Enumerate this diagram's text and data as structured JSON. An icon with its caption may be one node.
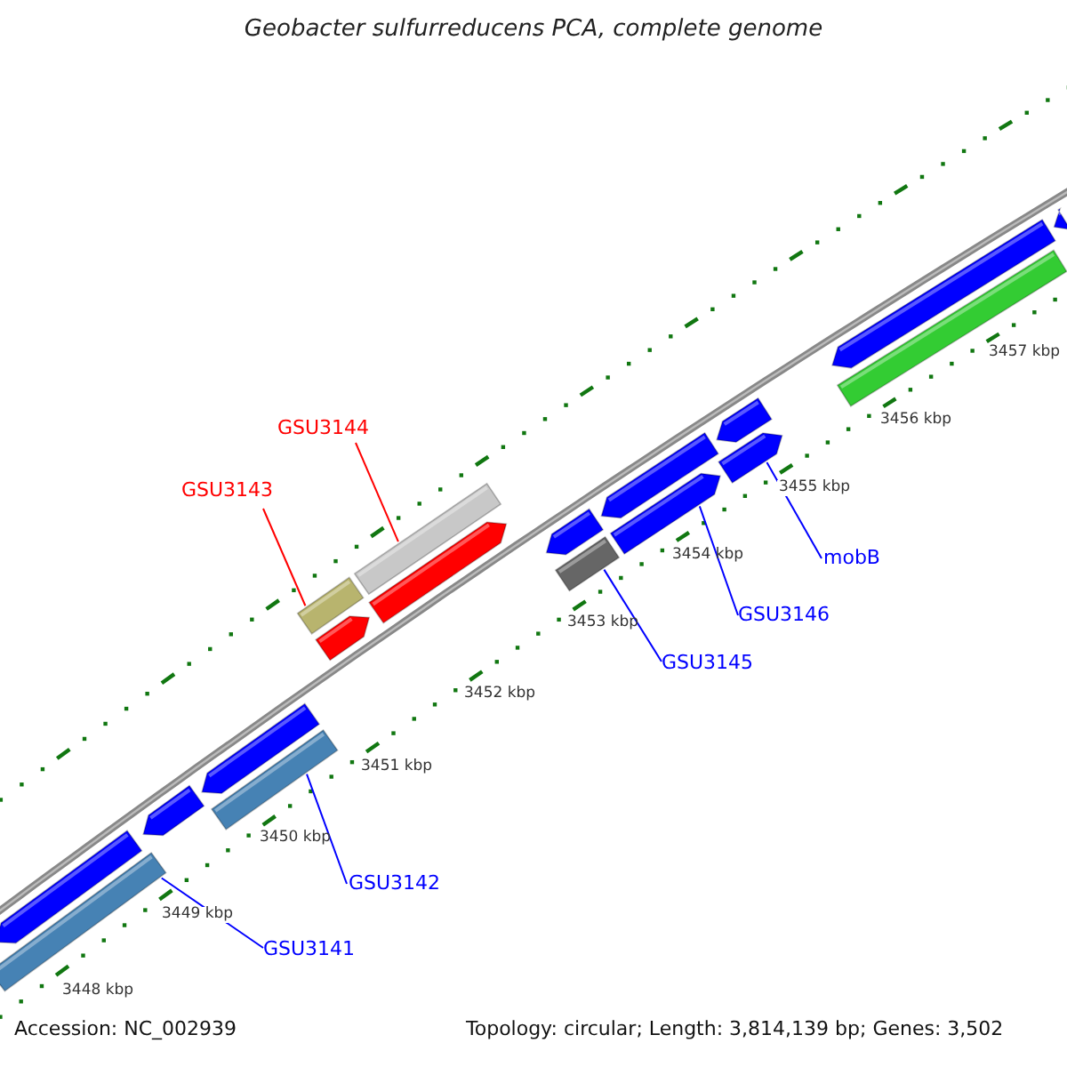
{
  "diagram": {
    "title": "Geobacter sulfurreducens PCA, complete genome",
    "nodes": [
      {
        "text": [
          "GSU3143"
        ]
      },
      {
        "text": [],
        "shape": "bar"
      },
      {
        "text": [
          "GSU3144"
        ]
      },
      {
        "text": [],
        "shape": "bar"
      },
      {
        "text": [
          "GSU3145"
        ]
      },
      {
        "text": [],
        "shape": "bar"
      },
      {
        "text": [
          "GSU3146"
        ]
      },
      {
        "text": [],
        "shape": "bar"
      },
      {
        "text": [
          "mobB"
        ]
      },
      {
        "text": [],
        "shape": "bar"
      },
      {
        "text": [
          "GSU3142"
        ]
      },
      {
        "text": [],
        "shape": "bar"
      },
      {
        "text": [
          "GSU3141"
        ]
      },
      {
        "text": [],
        "shape": "bar"
      },
      {
        "text": [],
        "shape": "bar"
      },
      {
        "text": [],
        "shape": "bar"
      },
      {
        "text": [],
        "shape": "bar"
      },
      {
        "text": [],
        "shape": "bar"
      },
      {
        "text": [],
        "shape": "bar"
      },
      {
        "text": [],
        "shape": "bar"
      },
      {
        "text": [],
        "shape": "bar"
      },
      {
        "text": [],
        "shape": "bar"
      },
      {
        "text": [],
        "shape": "bar"
      },
      {
        "text": [],
        "shape": "bar"
      },
      {
        "text": [],
        "shape": "bar"
      }
    ],
    "edges": [
      {
        "from": 0,
        "to": 1,
        "arrow": "none",
        "color": "#ff0000"
      },
      {
        "from": 2,
        "to": 3,
        "arrow": "none",
        "color": "#ff0000"
      },
      {
        "from": 4,
        "to": 5,
        "arrow": "none"
      },
      {
        "from": 6,
        "to": 7,
        "arrow": "none"
      },
      {
        "from": 8,
        "to": 9,
        "arrow": "none"
      },
      {
        "from": 10,
        "to": 11,
        "arrow": "none"
      },
      {
        "from": 12,
        "to": 13,
        "arrow": "none"
      }
    ],
    "labels": [
      "3457 kbp",
      "3456 kbp",
      "3455 kbp",
      "3454 kbp",
      "3453 kbp",
      "3452 kbp",
      "3451 kbp",
      "3450 kbp",
      "3449 kbp",
      "3448 kbp",
      "Accession: NC_002939",
      "Topology: circular; Length: 3,814,139 bp; Genes: 3,502"
    ]
  }
}
